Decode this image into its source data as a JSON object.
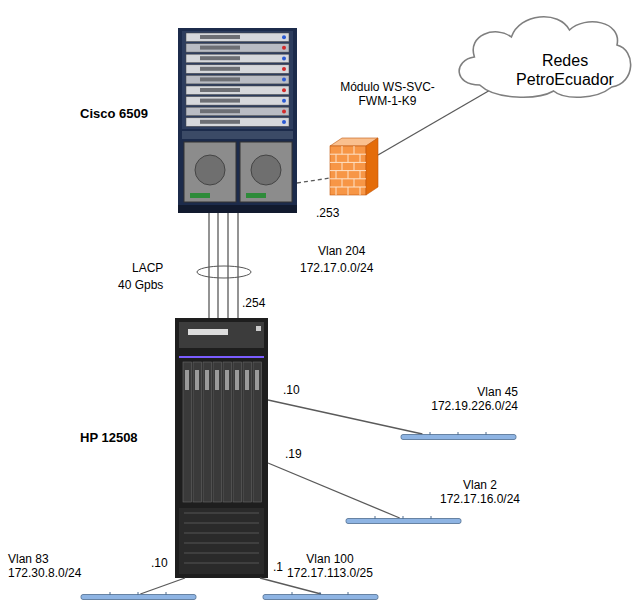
{
  "diagram": {
    "nodes": [
      {
        "text": [
          "Cisco 6509"
        ]
      },
      {
        "text": [
          "Módulo WS-SVC-FWM-1-K9"
        ]
      },
      {
        "text": [
          "Redes PetroEcuador"
        ]
      },
      {
        "text": [
          "HP 12508"
        ]
      },
      {
        "text": [
          "Vlan 45 172.19.226.0/24"
        ]
      },
      {
        "text": [
          "Vlan 2 172.17.16.0/24"
        ]
      },
      {
        "text": [
          "Vlan 83 172.30.8.0/24"
        ]
      },
      {
        "text": [
          "Vlan 100 172.17.113.0/25"
        ]
      }
    ],
    "edges": [
      {
        "from": 0,
        "to": 1,
        "arrow": "none"
      },
      {
        "from": 1,
        "to": 2,
        "arrow": "none"
      },
      {
        "from": 0,
        "to": 3,
        "arrow": "none"
      },
      {
        "from": 3,
        "to": 4,
        "label": ".10",
        "arrow": "none"
      },
      {
        "from": 3,
        "to": 5,
        "label": ".19",
        "arrow": "none"
      },
      {
        "from": 3,
        "to": 6,
        "label": ".10",
        "arrow": "none"
      },
      {
        "from": 3,
        "to": 7,
        "label": ".1",
        "arrow": "none"
      }
    ],
    "labels": [
      ".253",
      "Vlan 204",
      "172.17.0.0/24",
      "LACP",
      "40 Gpbs",
      ".254"
    ]
  }
}
